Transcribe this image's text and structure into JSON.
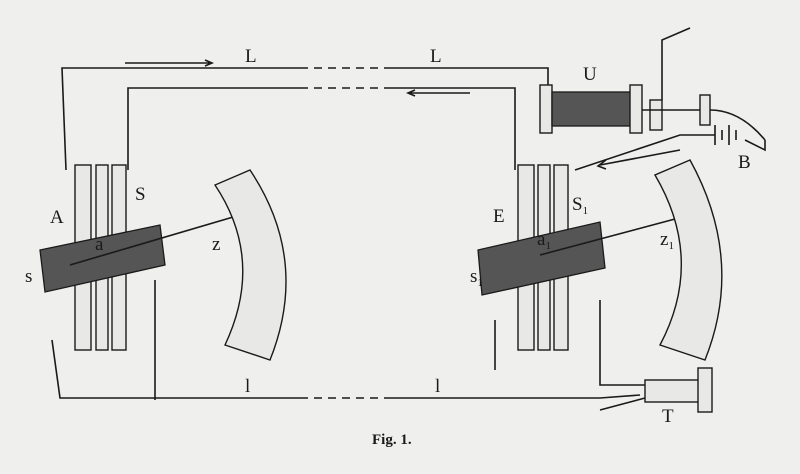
{
  "figure": {
    "caption": "Fig. 1.",
    "labels": {
      "line_top_left": "L",
      "line_top_right": "L",
      "inductor": "U",
      "battery": "B",
      "transmitter": "A",
      "transmitter_frame": "S",
      "transmitter_armature": "a",
      "transmitter_pointer": "z",
      "transmitter_coil": "s",
      "receiver": "E",
      "receiver_frame": "S",
      "receiver_frame_sub": "1",
      "receiver_armature": "a",
      "receiver_armature_sub": "1",
      "receiver_pointer": "z",
      "receiver_pointer_sub": "1",
      "receiver_coil": "s",
      "receiver_coil_sub": "1",
      "line_bottom_left": "l",
      "line_bottom_right": "l",
      "key": "T"
    }
  }
}
